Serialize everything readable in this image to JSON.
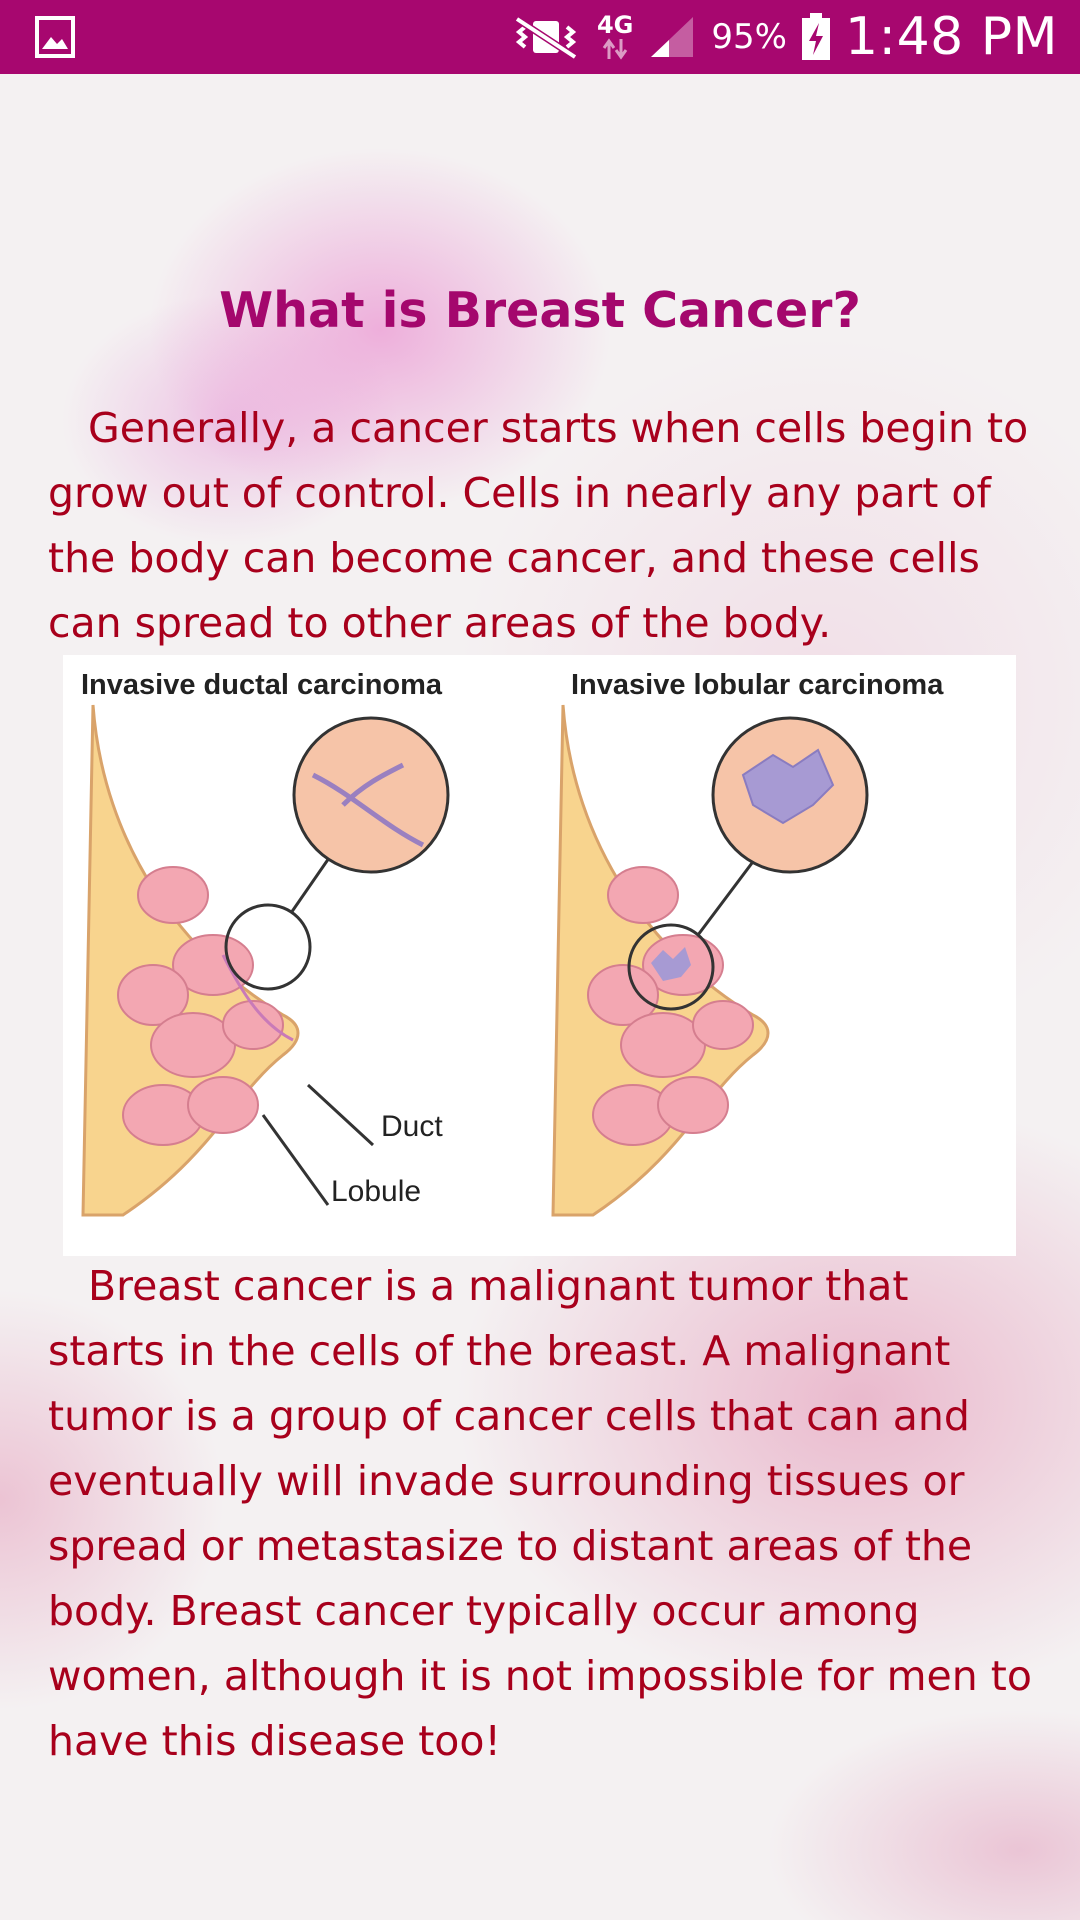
{
  "status_bar": {
    "network": "4G",
    "battery_percent": "95%",
    "time": "1:48 PM",
    "icons": [
      "gallery-icon",
      "vibrate-mute-icon",
      "data-arrows-icon",
      "signal-icon",
      "battery-charging-icon"
    ]
  },
  "page": {
    "title": "What is Breast Cancer?",
    "paragraph1": "Generally, a cancer starts when cells begin to grow out of control. Cells in nearly any part of the body can become cancer, and these cells can spread to other areas of the body.",
    "paragraph2": "Breast cancer is a malignant tumor that starts in the cells of the breast. A malignant tumor is a group of cancer cells that can and eventually will invade surrounding tissues or spread or metastasize to distant areas of the body. Breast cancer typically occur among women, although it is not impossible for men to have this disease too!"
  },
  "figure": {
    "left_caption": "Invasive ductal carcinoma",
    "right_caption": "Invasive lobular carcinoma",
    "label_duct": "Duct",
    "label_lobule": "Lobule"
  },
  "colors": {
    "status_bar": "#a7076f",
    "title": "#a4076d",
    "body_text": "#a8001c",
    "tissue_fat": "#f8d48e",
    "tissue_lobule": "#f3a7b2",
    "tumor": "#a79ad3"
  }
}
